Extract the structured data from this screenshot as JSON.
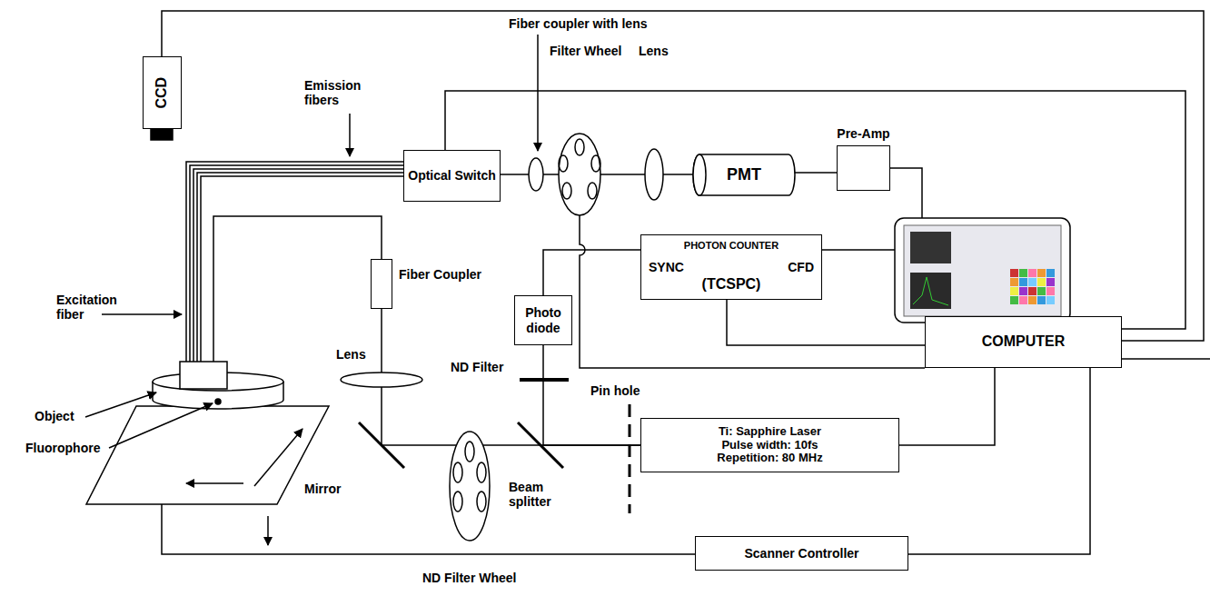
{
  "diagram": {
    "nodes": [
      {
        "text": [
          "CCD"
        ]
      },
      {
        "text": [
          "Optical Switch"
        ]
      },
      {
        "text": [
          "PMT"
        ]
      },
      {
        "text": [
          "Pre-Amp"
        ]
      },
      {
        "text": [
          "PHOTON COUNTER",
          "SYNC",
          "CFD",
          "(TCSPC)"
        ]
      },
      {
        "text": [
          "COMPUTER"
        ]
      },
      {
        "text": [
          "Fiber Coupler"
        ]
      },
      {
        "text": [
          "Photo diode"
        ]
      },
      {
        "text": [
          "Ti: Sapphire Laser",
          "Pulse width: 10fs",
          "Repetition: 80 MHz"
        ]
      },
      {
        "text": [
          "Scanner Controller"
        ]
      }
    ],
    "edges": [
      {
        "from": 0,
        "to": 5,
        "arrow": "none"
      },
      {
        "from": 1,
        "to": 5,
        "arrow": "none"
      },
      {
        "from": 1,
        "to": 2,
        "arrow": "none"
      },
      {
        "from": 2,
        "to": 3,
        "arrow": "none"
      },
      {
        "from": 3,
        "to": 4,
        "arrow": "none"
      },
      {
        "from": 7,
        "to": 4,
        "arrow": "none"
      },
      {
        "from": 4,
        "to": 5,
        "arrow": "none"
      },
      {
        "from": 5,
        "to": 8,
        "arrow": "none"
      },
      {
        "from": 5,
        "to": 9,
        "arrow": "none"
      },
      {
        "from": 8,
        "to": 6,
        "arrow": "none"
      },
      {
        "from": 8,
        "to": 7,
        "arrow": "none"
      }
    ],
    "labels": [
      "Fiber coupler with lens",
      "Filter Wheel",
      "Lens",
      "Emission fibers",
      "Excitation fiber",
      "Lens",
      "ND Filter",
      "Pin hole",
      "Object",
      "Fluorophore",
      "Mirror",
      "Beam splitter",
      "ND Filter Wheel"
    ]
  }
}
